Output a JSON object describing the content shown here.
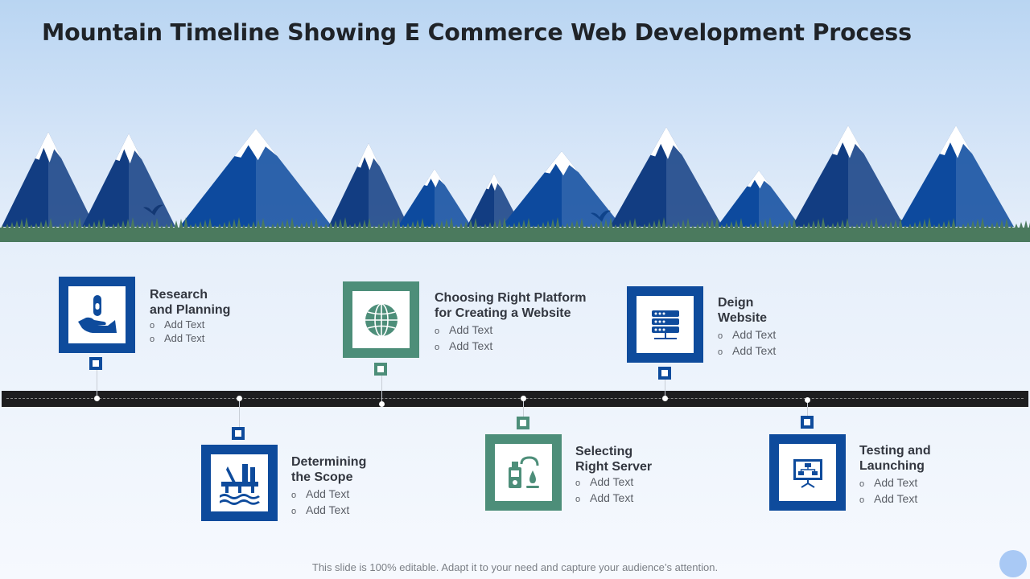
{
  "title": "Mountain Timeline Showing E Commerce Web Development Process",
  "footer": "This slide is 100% editable. Adapt it to your need and capture your audience’s attention.",
  "colors": {
    "primary_blue": "#0e4b9c",
    "accent_green": "#4d8e79",
    "mountain_dark": "#123d82",
    "mountain_mid": "#0d4a9e",
    "grass": "#4b7a5e",
    "road": "#1d1d1f"
  },
  "stages": [
    {
      "title_lines": [
        "Research",
        "and Planning"
      ],
      "bullets": [
        "Add Text",
        "Add Text"
      ],
      "icon": "hand-holding-test-tube-icon",
      "color": "blue",
      "position": "above"
    },
    {
      "title_lines": [
        "Determining",
        "the Scope"
      ],
      "bullets": [
        "Add Text",
        "Add Text"
      ],
      "icon": "offshore-rig-icon",
      "color": "blue",
      "position": "below"
    },
    {
      "title_lines": [
        "Choosing Right Platform",
        "for Creating a Website"
      ],
      "bullets": [
        "Add Text",
        "Add Text"
      ],
      "icon": "globe-icon",
      "color": "green",
      "position": "above"
    },
    {
      "title_lines": [
        "Selecting",
        "Right Server"
      ],
      "bullets": [
        "Add Text",
        "Add Text"
      ],
      "icon": "water-dispenser-icon",
      "color": "green",
      "position": "below"
    },
    {
      "title_lines": [
        "Deign",
        "Website"
      ],
      "bullets": [
        "Add Text",
        "Add Text"
      ],
      "icon": "server-rack-icon",
      "color": "blue",
      "position": "above"
    },
    {
      "title_lines": [
        "Testing and",
        "Launching"
      ],
      "bullets": [
        "Add Text",
        "Add Text"
      ],
      "icon": "flowchart-board-icon",
      "color": "blue",
      "position": "below"
    }
  ]
}
